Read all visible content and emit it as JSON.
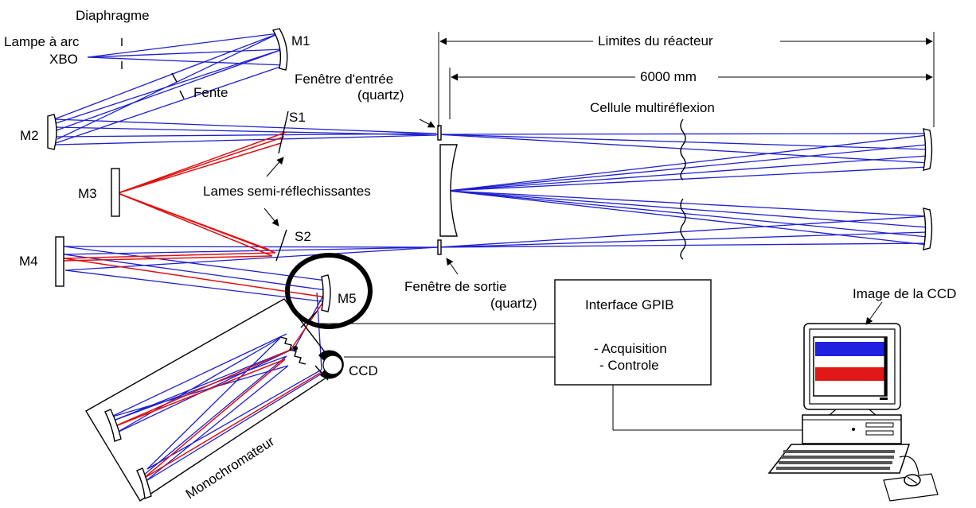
{
  "labels": {
    "diaphragme": "Diaphragme",
    "lampe_line1": "Lampe à arc",
    "lampe_line2": "XBO",
    "fente": "Fente",
    "m1": "M1",
    "m2": "M2",
    "m3": "M3",
    "m4": "M4",
    "m5": "M5",
    "s1": "S1",
    "s2": "S2",
    "lames": "Lames semi-réflechissantes",
    "fenetre_entree_line1": "Fenêtre d'entrée",
    "fenetre_entree_line2": "(quartz)",
    "fenetre_sortie_line1": "Fenêtre de sortie",
    "fenetre_sortie_line2": "(quartz)",
    "limites": "Limites du réacteur",
    "distance": "6000 mm",
    "cellule": "Cellule multiréflexion",
    "monochromateur": "Monochromateur",
    "ccd": "CCD",
    "interface": "Interface GPIB",
    "acquisition": "- Acquisition",
    "controle": "- Controle",
    "image_ccd": "Image de la CCD"
  },
  "colors": {
    "beam_blue": "#1f1fd0",
    "beam_red": "#e01010",
    "outline": "#000000",
    "screen_stripe_top": "#2020e0",
    "screen_stripe_mid": "#ffffff",
    "screen_stripe_bottom": "#e01818"
  },
  "icons": [
    "computer-icon",
    "keyboard-icon",
    "mouse-icon",
    "ccd-detector-icon"
  ]
}
